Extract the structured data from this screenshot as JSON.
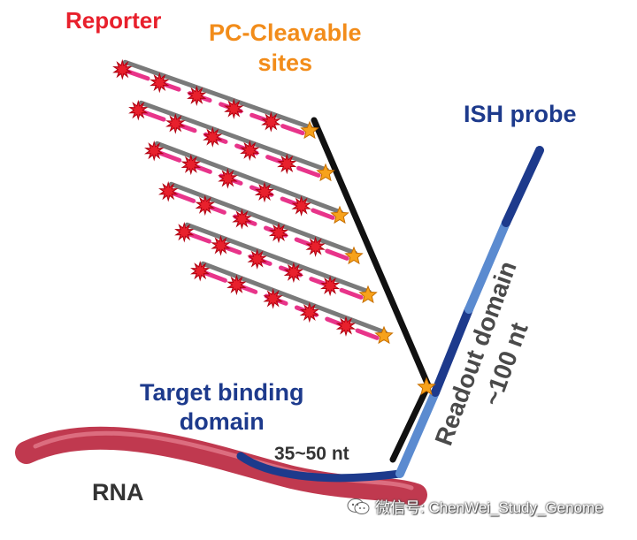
{
  "labels": {
    "reporter": "Reporter",
    "pc_line1": "PC-Cleavable",
    "pc_line2": "sites",
    "ish_probe": "ISH probe",
    "target_line1": "Target binding",
    "target_line2": "domain",
    "length_35_50": "35~50 nt",
    "rna": "RNA",
    "readout_line1": "Readout domain",
    "readout_line2": "~100 nt"
  },
  "watermark": {
    "icon": "wechat-icon",
    "text": "微信号: ChenWei_Study_Genome"
  },
  "colors": {
    "reporter": "#e8202c",
    "pc_sites": "#f28c1a",
    "ish_probe": "#1d3a8c",
    "readout_light": "#5b8bd0",
    "readout_dark": "#1d3a8c",
    "rna": "#c0394f",
    "linker": "#7a7a7a",
    "reporter_segment": "#e8348a",
    "backbone": "#111111"
  }
}
